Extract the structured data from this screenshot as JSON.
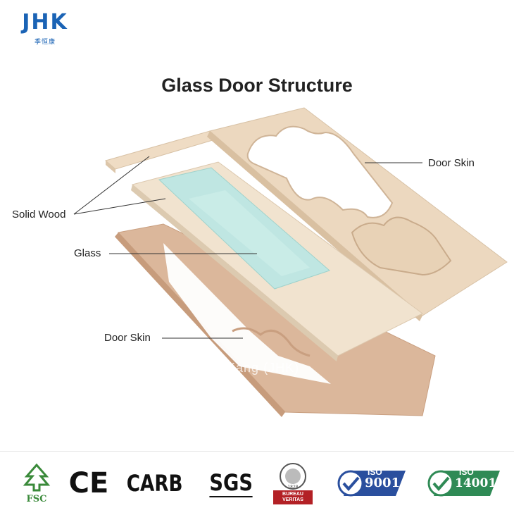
{
  "logo": {
    "text": "JHK",
    "subtitle": "季恒康"
  },
  "title": "Glass Door Structure",
  "labels": {
    "door_skin_top": "Door Skin",
    "solid_wood": "Solid Wood",
    "glass": "Glass",
    "door_skin_bottom": "Door Skin"
  },
  "watermark": "JiHengKang (JHK)",
  "certifications": [
    {
      "name": "fsc",
      "text": "FSC"
    },
    {
      "name": "ce",
      "text": "CE"
    },
    {
      "name": "carb",
      "text": "CARB"
    },
    {
      "name": "sgs",
      "text": "SGS"
    },
    {
      "name": "bureau-veritas",
      "text": "BUREAU VERITAS",
      "year": "1828"
    },
    {
      "name": "iso9001",
      "text": "ISO",
      "code": "9001"
    },
    {
      "name": "iso14001",
      "text": "ISO",
      "code": "14001"
    }
  ],
  "colors": {
    "brand_blue": "#1a63b5",
    "wood_light": "#efdcc4",
    "wood_skin": "#dbb79b",
    "glass": "#bfe6e2",
    "fsc_green": "#3a8a3a",
    "iso9001_blue": "#2a4f9e",
    "iso14001_green": "#2f8a55",
    "bv_red": "#b32025"
  }
}
